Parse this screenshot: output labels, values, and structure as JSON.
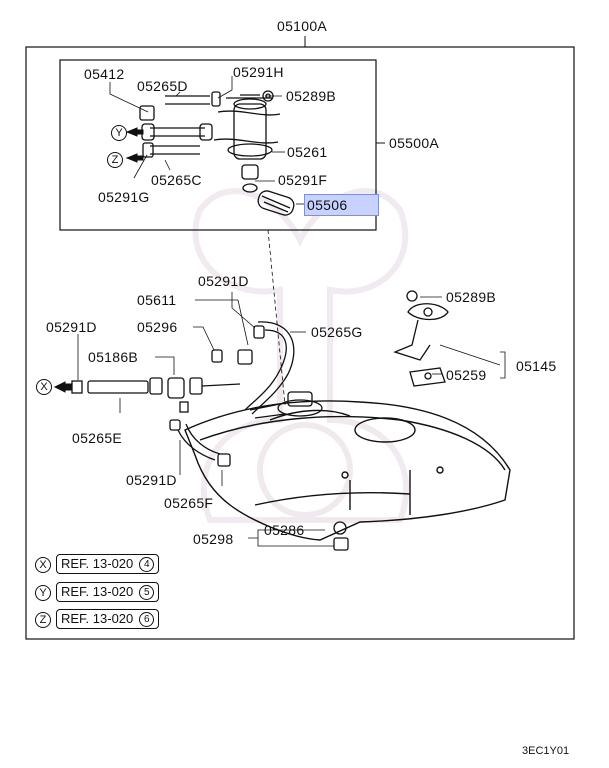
{
  "assembly": "05100A",
  "sub_assembly": "05500A",
  "parts": {
    "p05412": "05412",
    "p05265D": "05265D",
    "p05291H": "05291H",
    "p05289B_top": "05289B",
    "p05261": "05261",
    "p05265C": "05265C",
    "p05291F": "05291F",
    "p05291G": "05291G",
    "p05506": "05506",
    "p05291D_a": "05291D",
    "p05611": "05611",
    "p05296": "05296",
    "p05265G": "05265G",
    "p05289B_b": "05289B",
    "p05145": "05145",
    "p05259": "05259",
    "p05291D_left": "05291D",
    "p05186B": "05186B",
    "p05265E": "05265E",
    "p05291D_low": "05291D",
    "p05265F": "05265F",
    "p05286": "05286",
    "p05298": "05298"
  },
  "connectors": {
    "y": "Y",
    "z": "Z",
    "x": "X"
  },
  "references": [
    {
      "letter": "X",
      "text": "REF. 13-020",
      "num": "4"
    },
    {
      "letter": "Y",
      "text": "REF. 13-020",
      "num": "5"
    },
    {
      "letter": "Z",
      "text": "REF. 13-020",
      "num": "6"
    }
  ],
  "diagram_code": "3EC1Y01",
  "colors": {
    "highlight": "#c7d2ff",
    "line": "#111111",
    "watermark": "#efe8ee"
  }
}
